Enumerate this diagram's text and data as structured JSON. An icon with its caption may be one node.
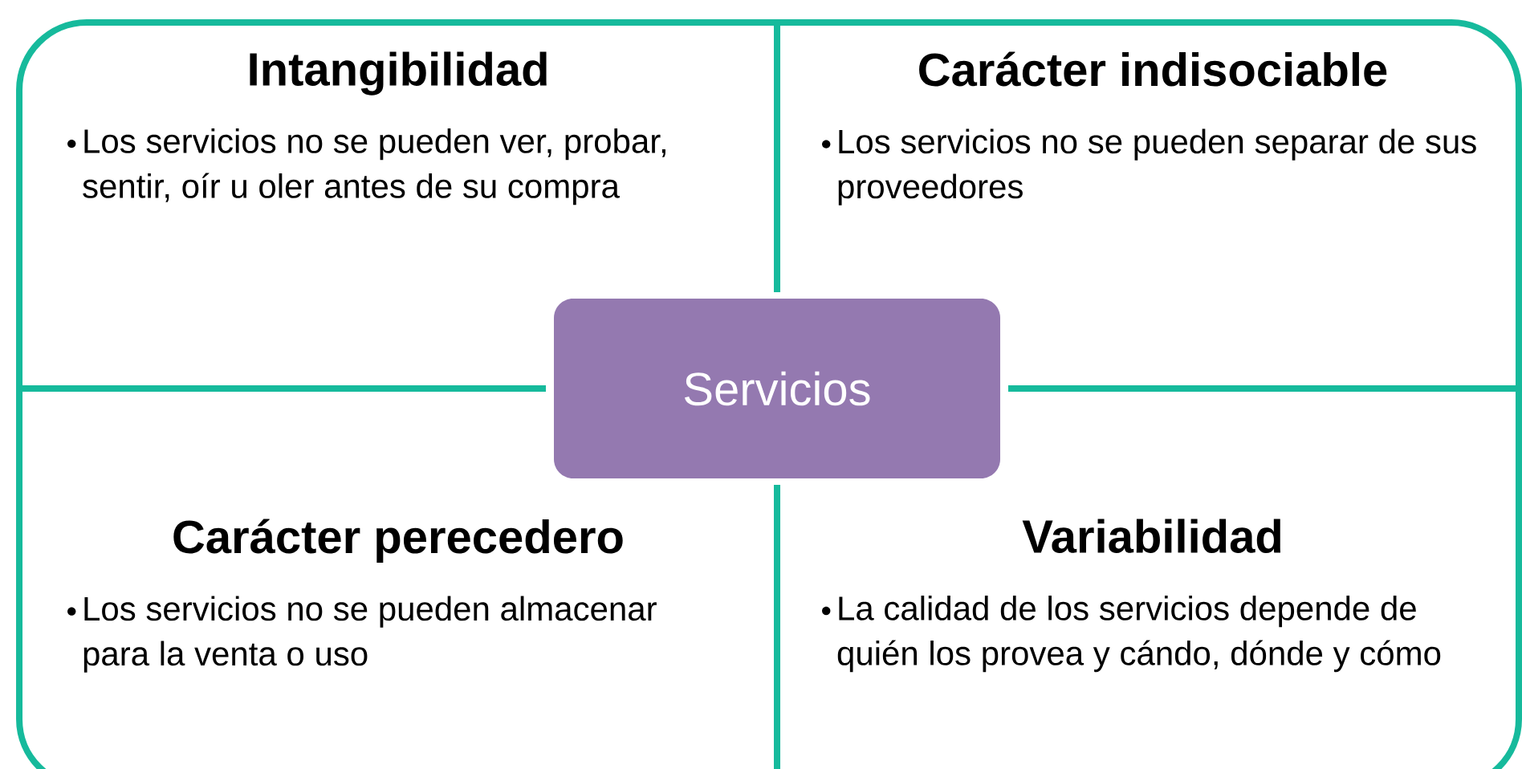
{
  "diagram": {
    "nodes": [
      {
        "text": [
          "Intangibilidad",
          "Los servicios no se pueden ver, probar, sentir, oír u oler antes de su compra"
        ]
      },
      {
        "text": [
          "Carácter indisociable",
          "Los servicios no se pueden separar de sus proveedores"
        ]
      },
      {
        "text": [
          "Servicios"
        ]
      },
      {
        "text": [
          "Carácter perecedero",
          "Los servicios no se pueden almacenar para la venta o uso"
        ]
      },
      {
        "text": [
          "Variabilidad",
          "La calidad de los servicios depende de quién los provea y cándo, dónde y cómo"
        ]
      }
    ]
  }
}
